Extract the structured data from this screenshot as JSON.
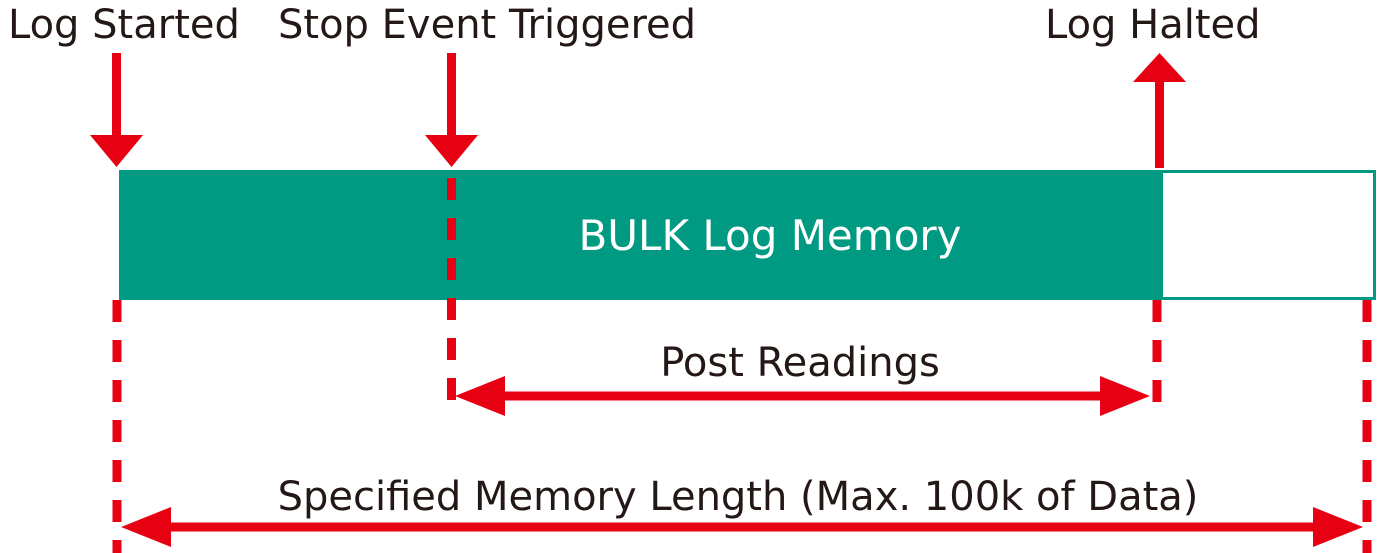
{
  "labels": {
    "log_started": "Log Started",
    "stop_event": "Stop Event Triggered",
    "log_halted": "Log Halted",
    "bulk_memory": "BULK Log Memory",
    "post_readings": "Post Readings",
    "specified_length": "Specified Memory Length (Max. 100k of Data)"
  },
  "colors": {
    "marker_red": "#e60012",
    "memory_fill": "#009a82",
    "text": "#231815",
    "empty_cell": "#ffffff"
  }
}
